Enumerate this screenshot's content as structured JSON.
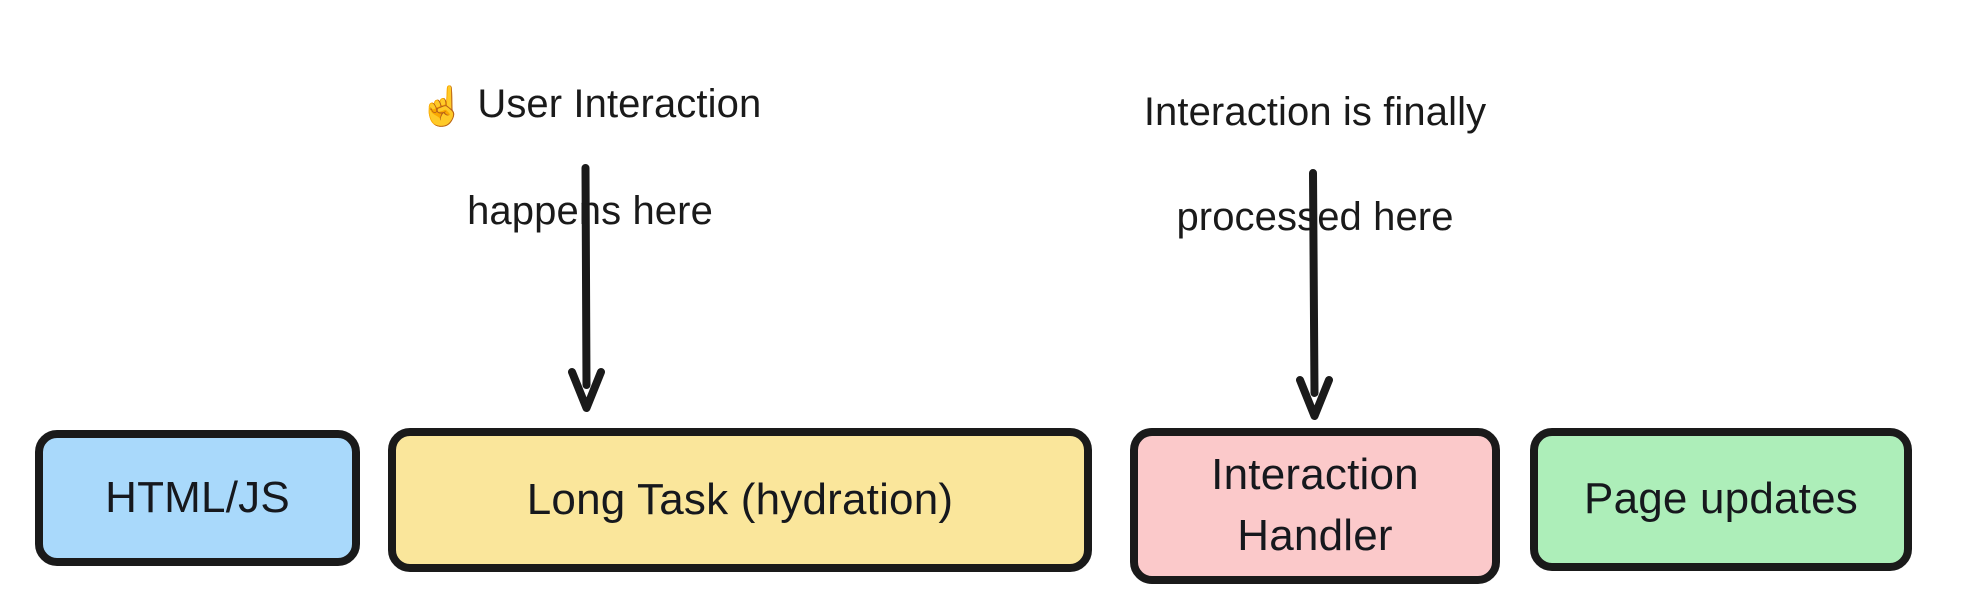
{
  "diagram": {
    "title_text": "",
    "background_color": "#ffffff",
    "stroke_color": "#1a1a1a",
    "annotations": [
      {
        "name": "user-interaction-annotation",
        "emoji": "☝",
        "emoji_name": "index-pointing-up-icon",
        "text": "User Interaction\nhappens here",
        "line1": "User Interaction",
        "line2": "happens here",
        "color": "#1a1a1a"
      },
      {
        "name": "processed-annotation",
        "emoji": "",
        "text": "Interaction is finally\nprocessed here",
        "line1": "Interaction is finally",
        "line2": "processed here",
        "color": "#1a1a1a"
      }
    ],
    "arrows": [
      {
        "name": "arrow-to-long-task",
        "from_label": "User Interaction happens here",
        "to_node": "Long Task (hydration)",
        "direction": "down",
        "color": "#1a1a1a"
      },
      {
        "name": "arrow-to-interaction-handler",
        "from_label": "Interaction is finally processed here",
        "to_node": "Interaction Handler",
        "direction": "down",
        "color": "#1a1a1a"
      }
    ],
    "nodes": [
      {
        "id": "html-js",
        "label": "HTML/JS",
        "fill": "#a9d9fb",
        "border": "#1a1a1a"
      },
      {
        "id": "long-task",
        "label": "Long Task (hydration)",
        "fill": "#fae69b",
        "border": "#1a1a1a"
      },
      {
        "id": "interaction-handler",
        "label": "Interaction\nHandler",
        "fill": "#fbc9ca",
        "border": "#1a1a1a"
      },
      {
        "id": "page-updates",
        "label": "Page updates",
        "fill": "#adeeb9",
        "border": "#1a1a1a"
      }
    ]
  }
}
